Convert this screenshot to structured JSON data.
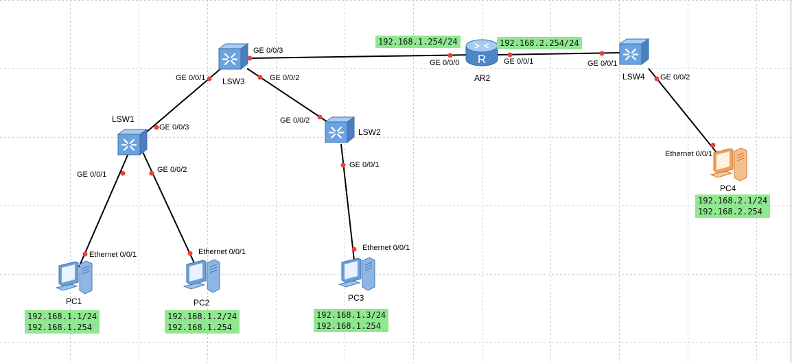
{
  "devices": {
    "lsw3": "LSW3",
    "lsw1": "LSW1",
    "lsw2": "LSW2",
    "lsw4": "LSW4",
    "ar2": "AR2",
    "pc1": "PC1",
    "pc2": "PC2",
    "pc3": "PC3",
    "pc4": "PC4"
  },
  "ports": {
    "lsw3_ge003": "GE 0/0/3",
    "lsw3_ge001": "GE 0/0/1",
    "lsw3_ge002": "GE 0/0/2",
    "lsw1_ge003": "GE 0/0/3",
    "lsw1_ge001": "GE 0/0/1",
    "lsw1_ge002": "GE 0/0/2",
    "lsw2_ge002": "GE 0/0/2",
    "lsw2_ge001": "GE 0/0/1",
    "ar2_ge000": "GE 0/0/0",
    "ar2_ge001": "GE 0/0/1",
    "lsw4_ge001": "GE 0/0/1",
    "lsw4_ge002": "GE 0/0/2",
    "pc1_eth": "Ethernet 0/0/1",
    "pc2_eth": "Ethernet 0/0/1",
    "pc3_eth": "Ethernet 0/0/1",
    "pc4_eth": "Ethernet 0/0/1"
  },
  "notes": {
    "ar2_ge000_ip": "192.168.1.254/24",
    "ar2_ge001_ip": "192.168.2.254/24",
    "pc1": [
      "192.168.1.1/24",
      "192.168.1.254"
    ],
    "pc2": [
      "192.168.1.2/24",
      "192.168.1.254"
    ],
    "pc3": [
      "192.168.1.3/24",
      "192.168.1.254"
    ],
    "pc4": [
      "192.168.2.1/24",
      "192.168.2.254"
    ]
  },
  "colors": {
    "note_bg": "#8fe88f",
    "port_dot": "#e8413a",
    "link": "#000000",
    "switch": "#5b95d6",
    "pc_blue": "#6b9fd8",
    "pc_orange": "#f0a060"
  }
}
